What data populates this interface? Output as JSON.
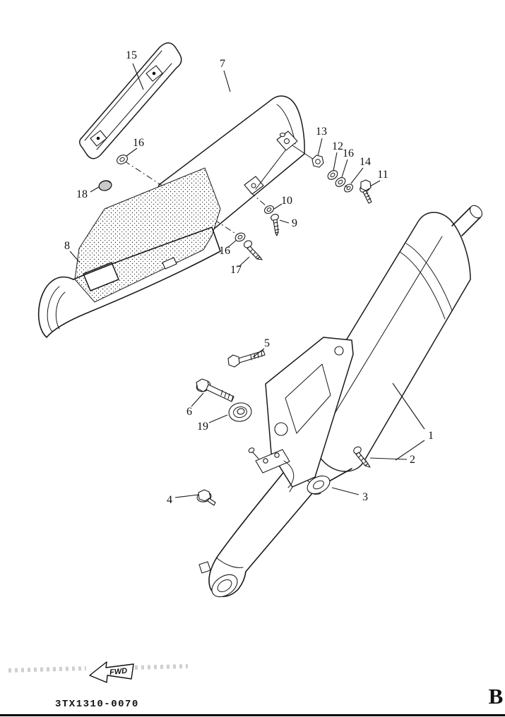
{
  "diagram": {
    "code": "3TX1310-0070",
    "sheet_letter": "B",
    "fwd_label": "FWD"
  },
  "callouts": [
    {
      "label": "15"
    },
    {
      "label": "7"
    },
    {
      "label": "13"
    },
    {
      "label": "12"
    },
    {
      "label": "16"
    },
    {
      "label": "14"
    },
    {
      "label": "11"
    },
    {
      "label": "16"
    },
    {
      "label": "18"
    },
    {
      "label": "10"
    },
    {
      "label": "9"
    },
    {
      "label": "8"
    },
    {
      "label": "16"
    },
    {
      "label": "17"
    },
    {
      "label": "5"
    },
    {
      "label": "6"
    },
    {
      "label": "19"
    },
    {
      "label": "1"
    },
    {
      "label": "2"
    },
    {
      "label": "3"
    },
    {
      "label": "4"
    }
  ]
}
